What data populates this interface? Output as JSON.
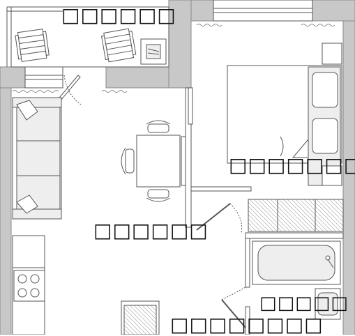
{
  "plan": {
    "rooms": [
      {
        "id": "loggia",
        "label": "□□□□□□"
      },
      {
        "id": "bedroom",
        "label": "□□□□□□□"
      },
      {
        "id": "living-kitchen",
        "label": "□□□□□□"
      },
      {
        "id": "bathroom",
        "label": "□□□□□"
      },
      {
        "id": "hallway",
        "label": "□□□□□□□□"
      }
    ],
    "colors": {
      "wall": "#c8c8c8",
      "wall_stroke": "#8a8a8a",
      "line": "#555555",
      "fill_light": "#eeeeee",
      "background": "#ffffff"
    }
  }
}
